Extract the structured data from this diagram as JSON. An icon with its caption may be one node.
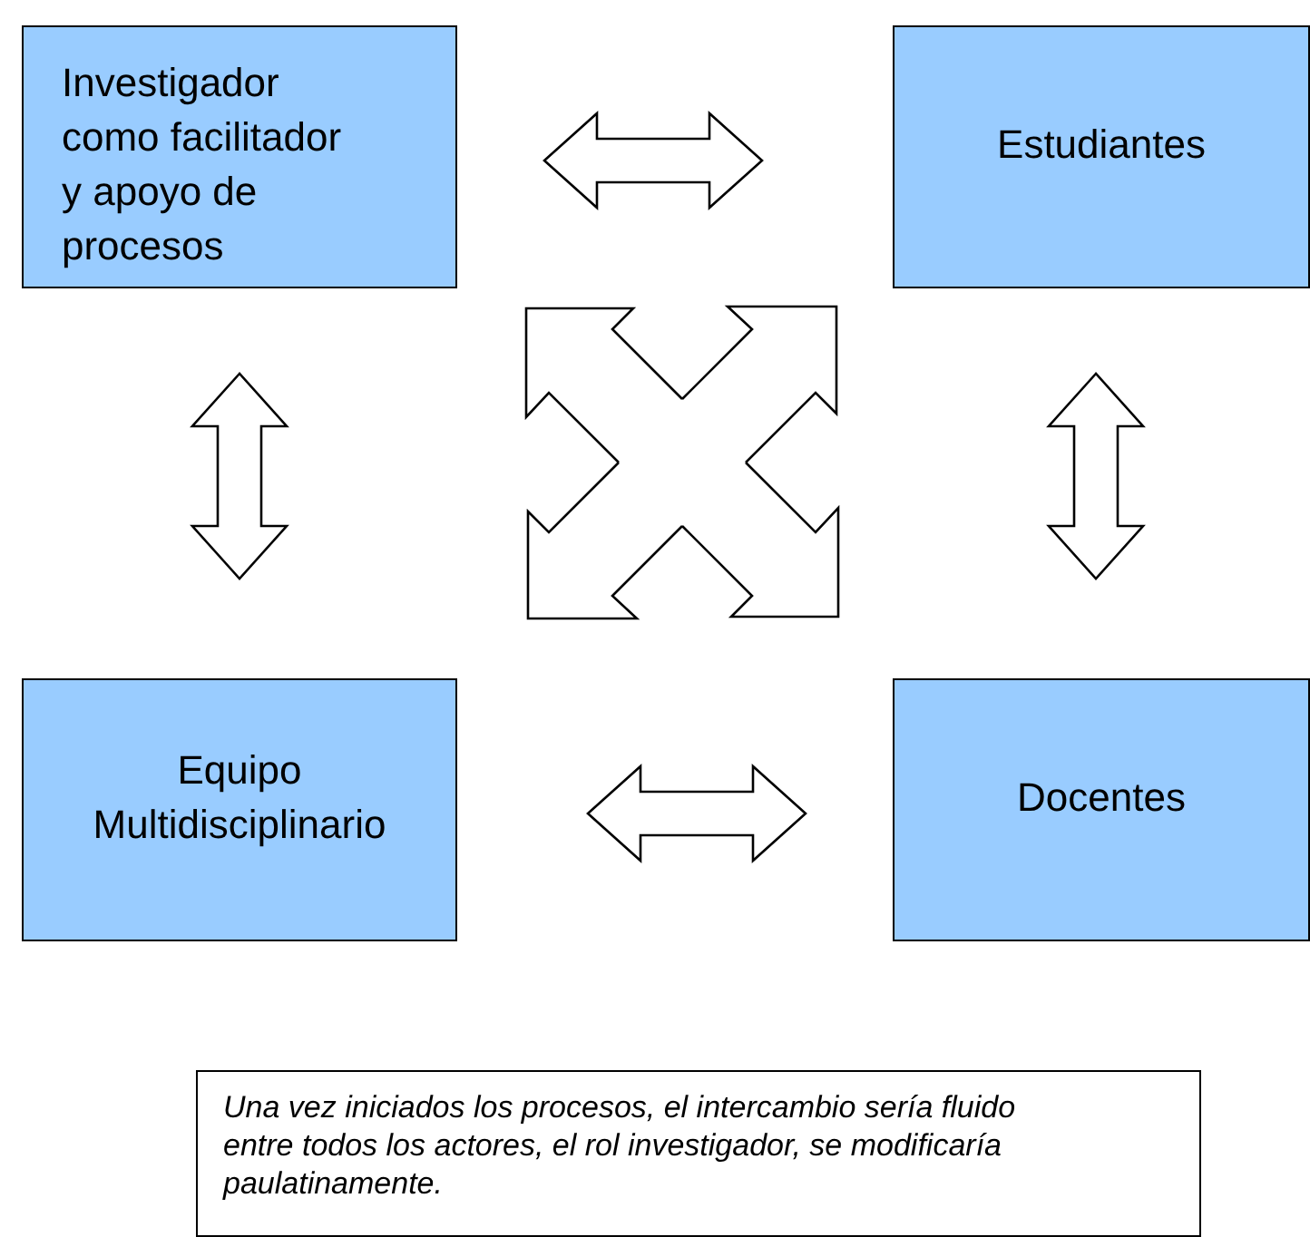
{
  "diagram": {
    "nodes": [
      {
        "text": [
          "Investigador como facilitador y apoyo de procesos"
        ]
      },
      {
        "text": [
          "Estudiantes"
        ]
      },
      {
        "text": [
          "Equipo Multidisciplinario"
        ]
      },
      {
        "text": [
          "Docentes"
        ]
      },
      {
        "text": [
          "Una vez iniciados los procesos, el intercambio sería fluido entre todos los actores, el rol investigador, se modificaría paulatinamente."
        ]
      },
      {
        "text": [],
        "shape": "cross"
      }
    ],
    "edges": [
      {
        "from": 0,
        "to": 1,
        "arrow": "both"
      },
      {
        "from": 0,
        "to": 2,
        "arrow": "both"
      },
      {
        "from": 1,
        "to": 3,
        "arrow": "both"
      },
      {
        "from": 2,
        "to": 3,
        "arrow": "both"
      }
    ]
  }
}
